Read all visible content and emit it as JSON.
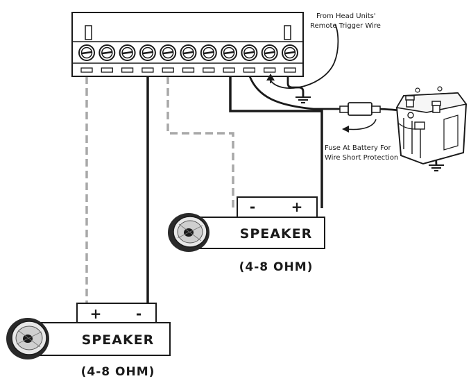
{
  "annotations": {
    "trigger_line1": "From Head Units'",
    "trigger_line2": "Remote Trigger Wire",
    "fuse_line1": "Fuse At Battery For",
    "fuse_line2": "Wire Short Protection"
  },
  "speakers": [
    {
      "label": "SPEAKER",
      "impedance": "(4-8 OHM)",
      "terminal_left": "-",
      "terminal_right": "+"
    },
    {
      "label": "SPEAKER",
      "impedance": "(4-8 OHM)",
      "terminal_left": "+",
      "terminal_right": "-"
    }
  ],
  "colors": {
    "ink": "#1a1a1a",
    "dashed_wire": "#a8a8a8"
  },
  "icons": [
    "terminal-block",
    "screw-terminal",
    "speaker-cone",
    "car-battery",
    "ground-symbol",
    "inline-fuse",
    "arrow"
  ]
}
